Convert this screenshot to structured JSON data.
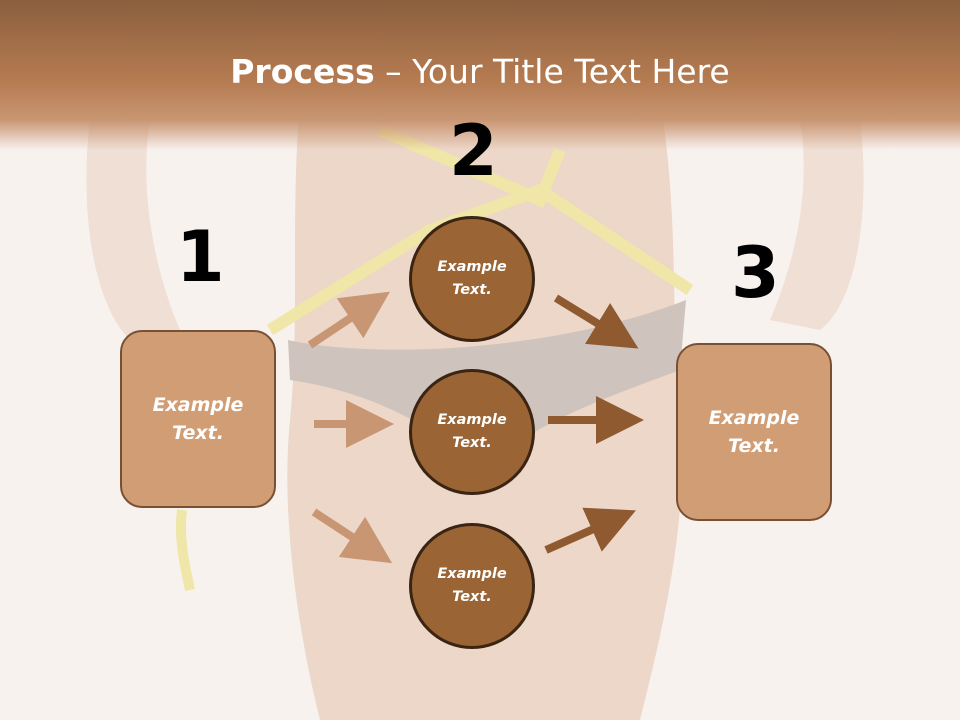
{
  "title": {
    "bold": "Process",
    "rest": " – Your Title Text Here"
  },
  "steps": {
    "one": "1",
    "two": "2",
    "three": "3"
  },
  "left_box": "Example Text.",
  "right_box": "Example Text.",
  "circles": [
    "Example Text.",
    "Example Text.",
    "Example Text."
  ],
  "colors": {
    "header": "#b67c52",
    "box_fill": "#d19d74",
    "circle_fill": "#9a6435",
    "arrow_light": "#c99674",
    "arrow_dark": "#8f5a30"
  }
}
